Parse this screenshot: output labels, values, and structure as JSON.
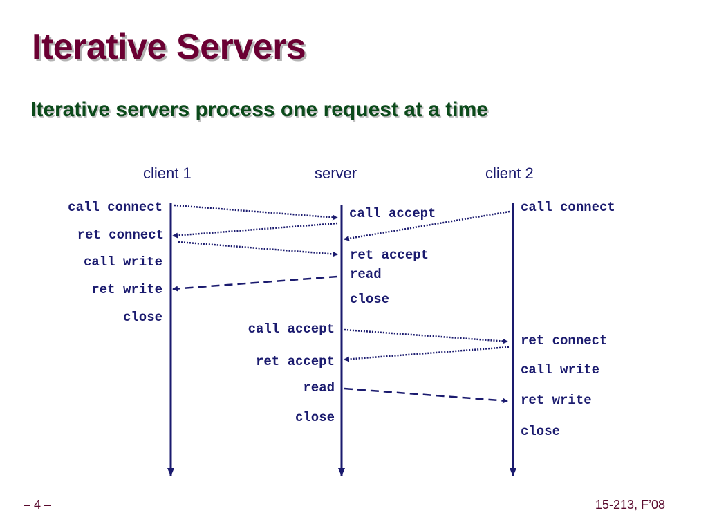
{
  "slide": {
    "title": "Iterative Servers",
    "subtitle": "Iterative servers process one request at a time",
    "footer_left": "– 4 –",
    "footer_right": "15-213, F’08"
  },
  "columns": {
    "client1": "client 1",
    "server": "server",
    "client2": "client 2"
  },
  "client1_labels": {
    "call_connect": "call connect",
    "ret_connect": "ret connect",
    "call_write": "call write",
    "ret_write": "ret write",
    "close": "close"
  },
  "server_labels": {
    "call_accept_1": "call accept",
    "ret_accept_1": "ret accept",
    "read_1": "read",
    "close_1": "close",
    "call_accept_2": "call accept",
    "ret_accept_2": "ret accept",
    "read_2": "read",
    "close_2": "close"
  },
  "client2_labels": {
    "call_connect": "call connect",
    "ret_connect": "ret connect",
    "call_write": "call write",
    "ret_write": "ret write",
    "close": "close"
  },
  "colors": {
    "title": "#6b0033",
    "subtitle": "#0b4a1a",
    "text": "#1a1a6e",
    "lines": "#1a1a6e"
  }
}
